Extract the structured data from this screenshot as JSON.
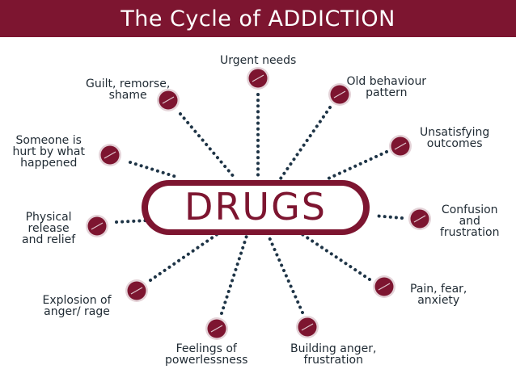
{
  "title": "The Cycle of ADDICTION",
  "center_label": "DRUGS",
  "colors": {
    "header": "#7d1530",
    "accent": "#7d1530",
    "dots": "#1e3446",
    "text": "#1f2a33",
    "pill_fill": "#ffffff"
  },
  "nodes": [
    {
      "id": "urgent-needs",
      "lines": [
        "Urgent needs"
      ]
    },
    {
      "id": "old-behaviour-pattern",
      "lines": [
        "Old behaviour",
        "pattern"
      ]
    },
    {
      "id": "unsatisfying-outcomes",
      "lines": [
        "Unsatisfying",
        "outcomes"
      ]
    },
    {
      "id": "confusion-frustration",
      "lines": [
        "Confusion",
        "and",
        "frustration"
      ]
    },
    {
      "id": "pain-fear-anxiety",
      "lines": [
        "Pain, fear,",
        "anxiety"
      ]
    },
    {
      "id": "building-anger",
      "lines": [
        "Building anger,",
        "frustration"
      ]
    },
    {
      "id": "feelings-powerlessness",
      "lines": [
        "Feelings of",
        "powerlessness"
      ]
    },
    {
      "id": "explosion-anger",
      "lines": [
        "Explosion of",
        "anger/ rage"
      ]
    },
    {
      "id": "physical-release",
      "lines": [
        "Physical",
        "release",
        "and relief"
      ]
    },
    {
      "id": "someone-hurt",
      "lines": [
        "Someone is",
        "hurt by what",
        "happened"
      ]
    },
    {
      "id": "guilt-remorse",
      "lines": [
        "Guilt, remorse,",
        "shame"
      ]
    }
  ]
}
